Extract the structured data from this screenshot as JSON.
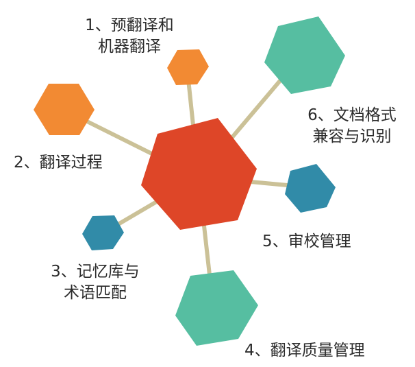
{
  "diagram": {
    "colors": {
      "connector": "#cbc197",
      "hub": "#de4628",
      "orange": "#f28a33",
      "teal": "#56bea1",
      "blue": "#318ba8"
    },
    "labels": {
      "n1": {
        "line1": "1、预翻译和",
        "line2": "机器翻译"
      },
      "n2": {
        "line1": "2、翻译过程"
      },
      "n3": {
        "line1": "3、记忆库与",
        "line2": "术语匹配"
      },
      "n4": {
        "line1": "4、翻译质量管理"
      },
      "n5": {
        "line1": "5、审校管理"
      },
      "n6": {
        "line1": "6、文档格式",
        "line2": "兼容与识别"
      }
    }
  }
}
